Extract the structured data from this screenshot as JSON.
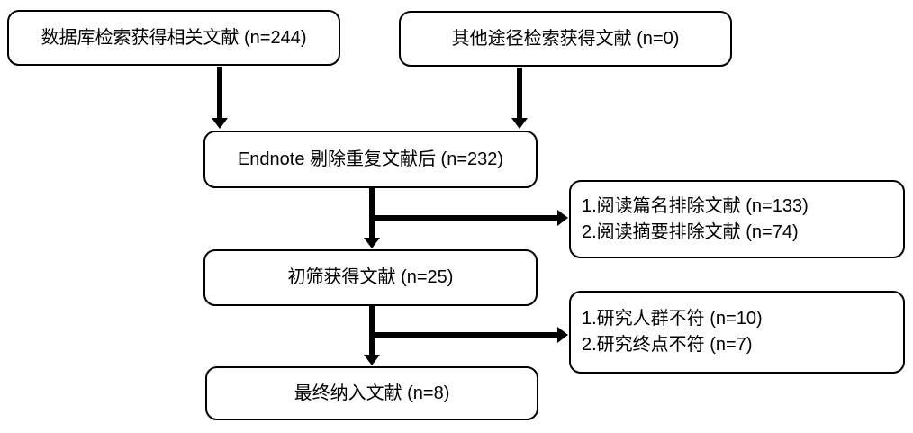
{
  "colors": {
    "line": "#000000",
    "text": "#000000",
    "box_fill": "#ffffff",
    "background": "#ffffff"
  },
  "flow": {
    "database_search": "数据库检索获得相关文献 (n=244)",
    "other_sources": "其他途径检索获得文献 (n=0)",
    "after_dedup": "Endnote 剔除重复文献后 (n=232)",
    "initial_screen": "初筛获得文献 (n=25)",
    "final_included": "最终纳入文献 (n=8)",
    "exclusion_screening": {
      "line1": "1.阅读篇名排除文献 (n=133)",
      "line2": "2.阅读摘要排除文献 (n=74)"
    },
    "exclusion_eligibility": {
      "line1": "1.研究人群不符 (n=10)",
      "line2": "2.研究终点不符 (n=7)"
    }
  }
}
